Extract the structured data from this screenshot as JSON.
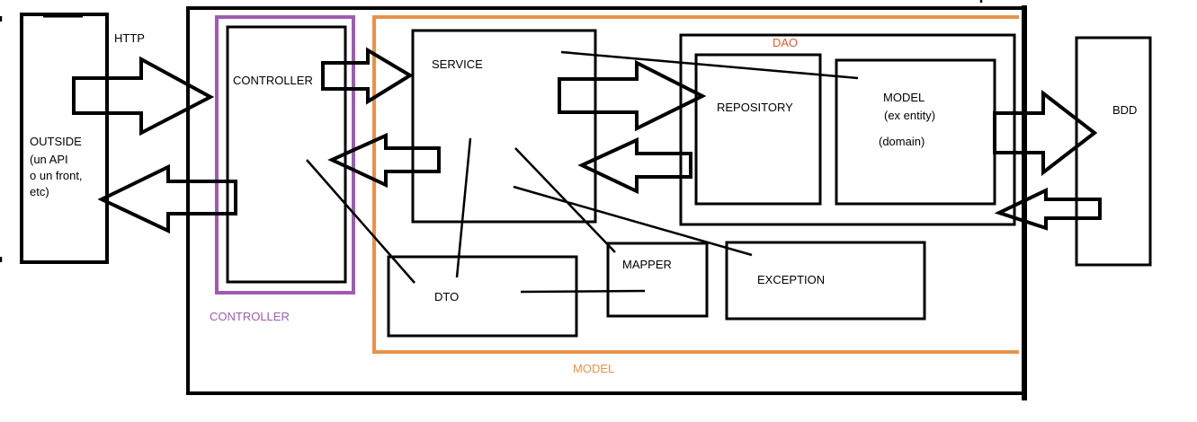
{
  "colors": {
    "ink": "#000000",
    "controller": "#a05ab4",
    "model": "#e8924a",
    "dao": "#e05a2a"
  },
  "labels": {
    "http": "HTTP",
    "outside": [
      "OUTSIDE",
      "(un API",
      "o un front,",
      "etc)"
    ],
    "controller_box": "CONTROLLER",
    "controller_group": "CONTROLLER",
    "service": "SERVICE",
    "dto": "DTO",
    "mapper": "MAPPER",
    "exception": "EXCEPTION",
    "dao": "DAO",
    "repository": "REPOSITORY",
    "model_box": [
      "MODEL",
      "(ex entity)",
      "(domain)"
    ],
    "model_group": "MODEL",
    "bdd": "BDD"
  }
}
